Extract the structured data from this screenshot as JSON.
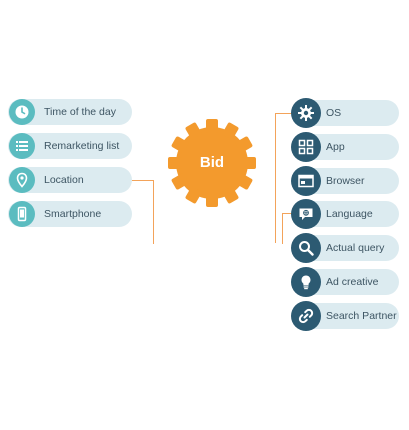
{
  "center": {
    "label": "Bid",
    "color": "#f39a2d"
  },
  "left_items": [
    {
      "label": "Time of the day",
      "icon": "clock-icon"
    },
    {
      "label": "Remarketing list",
      "icon": "list-icon"
    },
    {
      "label": "Location",
      "icon": "location-pin-icon"
    },
    {
      "label": "Smartphone",
      "icon": "smartphone-icon"
    }
  ],
  "right_items": [
    {
      "label": "OS",
      "icon": "gear-icon"
    },
    {
      "label": "App",
      "icon": "app-grid-icon"
    },
    {
      "label": "Browser",
      "icon": "browser-window-icon"
    },
    {
      "label": "Language",
      "icon": "speech-bubble-icon"
    },
    {
      "label": "Actual query",
      "icon": "magnifier-icon"
    },
    {
      "label": "Ad creative",
      "icon": "lightbulb-icon"
    },
    {
      "label": "Search Partner",
      "icon": "link-icon"
    }
  ],
  "colors": {
    "left_icon": "#5bbcc0",
    "right_icon": "#2c5a72",
    "pill": "#dcebf0",
    "connector": "#f3a35a"
  }
}
